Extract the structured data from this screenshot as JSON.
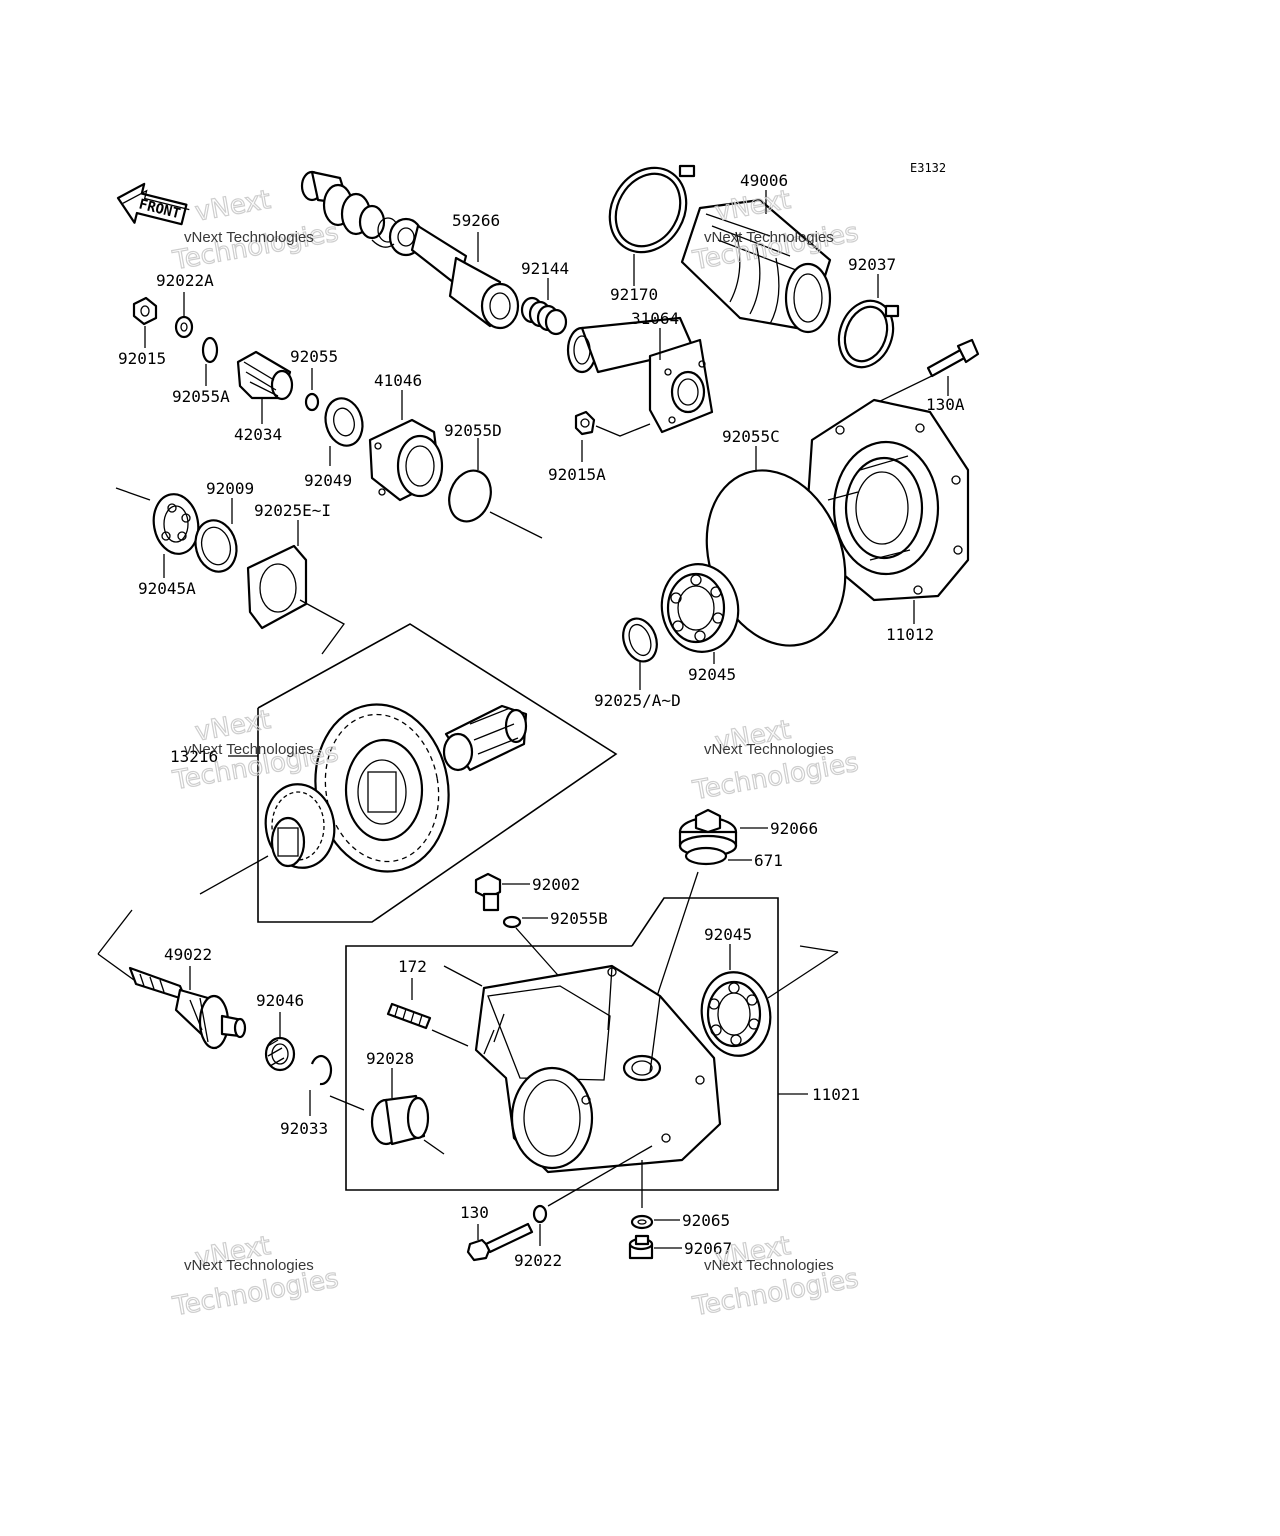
{
  "diagram_ref": "E3132",
  "front_label": "FRONT",
  "watermark": {
    "line1": "vNext Technologies",
    "line2": "vNext",
    "line3": "Technologies"
  },
  "parts": {
    "p59266": "59266",
    "p49006": "49006",
    "p92022A": "92022A",
    "p92144": "92144",
    "p92170": "92170",
    "p92037": "92037",
    "p31064": "31064",
    "p92015": "92015",
    "p92055": "92055",
    "p41046": "41046",
    "p130A": "130A",
    "p92055A": "92055A",
    "p42034": "42034",
    "p92055D": "92055D",
    "p92055C": "92055C",
    "p92049": "92049",
    "p92015A": "92015A",
    "p92009": "92009",
    "p92025EI": "92025E~I",
    "p92045A": "92045A",
    "p11012": "11012",
    "p92045_top": "92045",
    "p92025AD": "92025/A~D",
    "p13216": "13216",
    "p92066": "92066",
    "p671": "671",
    "p92002": "92002",
    "p92055B": "92055B",
    "p49022": "49022",
    "p92045_bot": "92045",
    "p172": "172",
    "p92046": "92046",
    "p92028": "92028",
    "p11021": "11021",
    "p92033": "92033",
    "p130": "130",
    "p92065": "92065",
    "p92022": "92022",
    "p92067": "92067"
  }
}
